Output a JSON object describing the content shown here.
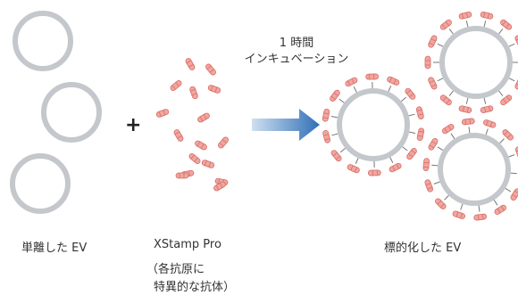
{
  "operator": "+",
  "incubation": {
    "line1": "1 時間",
    "line2": "インキュベーション"
  },
  "labels": {
    "isolated_ev": "単離した EV",
    "xstamp": "XStamp Pro",
    "xstamp_note_line1": "（各抗原に",
    "xstamp_note_line2": "特異的な抗体）",
    "labeled_ev": "標的化した EV"
  },
  "colors": {
    "ev_ring": "#c4c8cc",
    "antibody_fill": "#f0a6a0",
    "antibody_stroke": "#d86d66",
    "arrow_start": "#cfe0f0",
    "arrow_end": "#2f6fb8"
  }
}
